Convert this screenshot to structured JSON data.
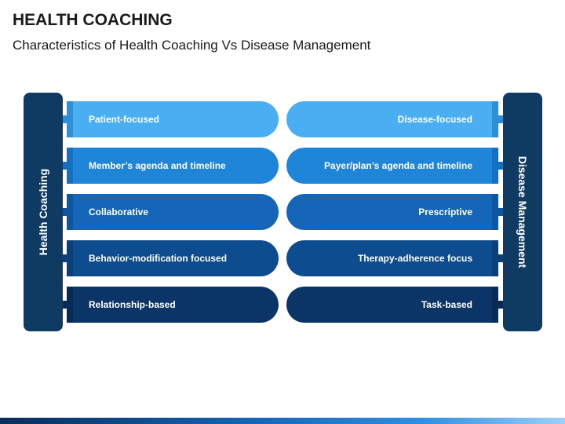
{
  "title": "HEALTH COACHING",
  "subtitle": "Characteristics of Health Coaching Vs Disease Management",
  "left_label": "Health Coaching",
  "right_label": "Disease Management",
  "rows": [
    {
      "left": "Patient-focused",
      "right": "Disease-focused",
      "color": "#4aaef2",
      "accent": "#2e8fd6"
    },
    {
      "left": "Member’s agenda and timeline",
      "right": "Payer/plan’s agenda and timeline",
      "color": "#1f85d8",
      "accent": "#166fc0"
    },
    {
      "left": "Collaborative",
      "right": "Prescriptive",
      "color": "#1565b8",
      "accent": "#0f559f"
    },
    {
      "left": "Behavior-modification focused",
      "right": "Therapy-adherence focus",
      "color": "#0d4c8e",
      "accent": "#0a3f78"
    },
    {
      "left": "Relationship-based",
      "right": "Task-based",
      "color": "#0a3566",
      "accent": "#082b55"
    }
  ]
}
